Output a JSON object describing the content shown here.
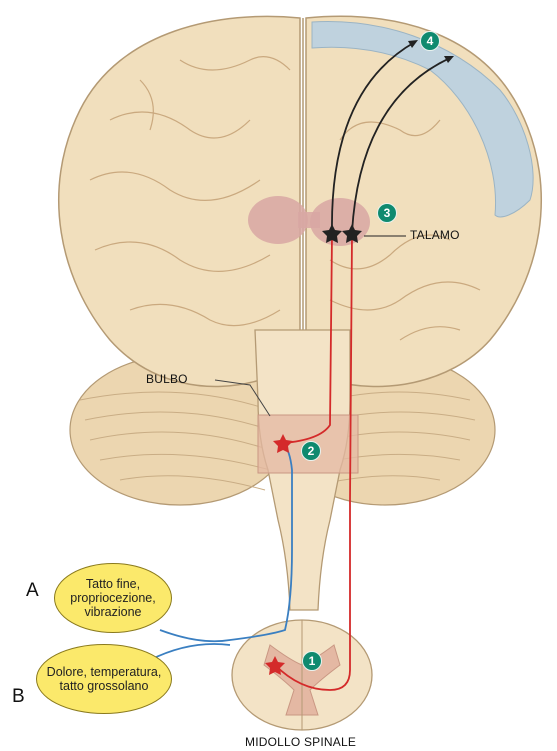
{
  "labels": {
    "talamo": "TALAMO",
    "bulbo": "BULBO",
    "midollo": "MIDOLLO SPINALE"
  },
  "sides": {
    "a": "A",
    "b": "B"
  },
  "bubbles": {
    "a_text": "Tatto fine, propriocezione, vibrazione",
    "b_text": "Dolore, temperatura, tatto grossolano"
  },
  "steps": [
    "1",
    "2",
    "3",
    "4"
  ],
  "colors": {
    "brain": "#f1dfbd",
    "brain_outline": "#b49a74",
    "cortex_area": "#bfd2de",
    "thalamus": "#d8a7a3",
    "medulla_box": "#e4b8a3",
    "pathway_red": "#d42a2a",
    "pathway_blue": "#3a7fc1",
    "pathway_black": "#222222",
    "badge": "#0f8a6f",
    "bubble": "#fbe96b"
  }
}
